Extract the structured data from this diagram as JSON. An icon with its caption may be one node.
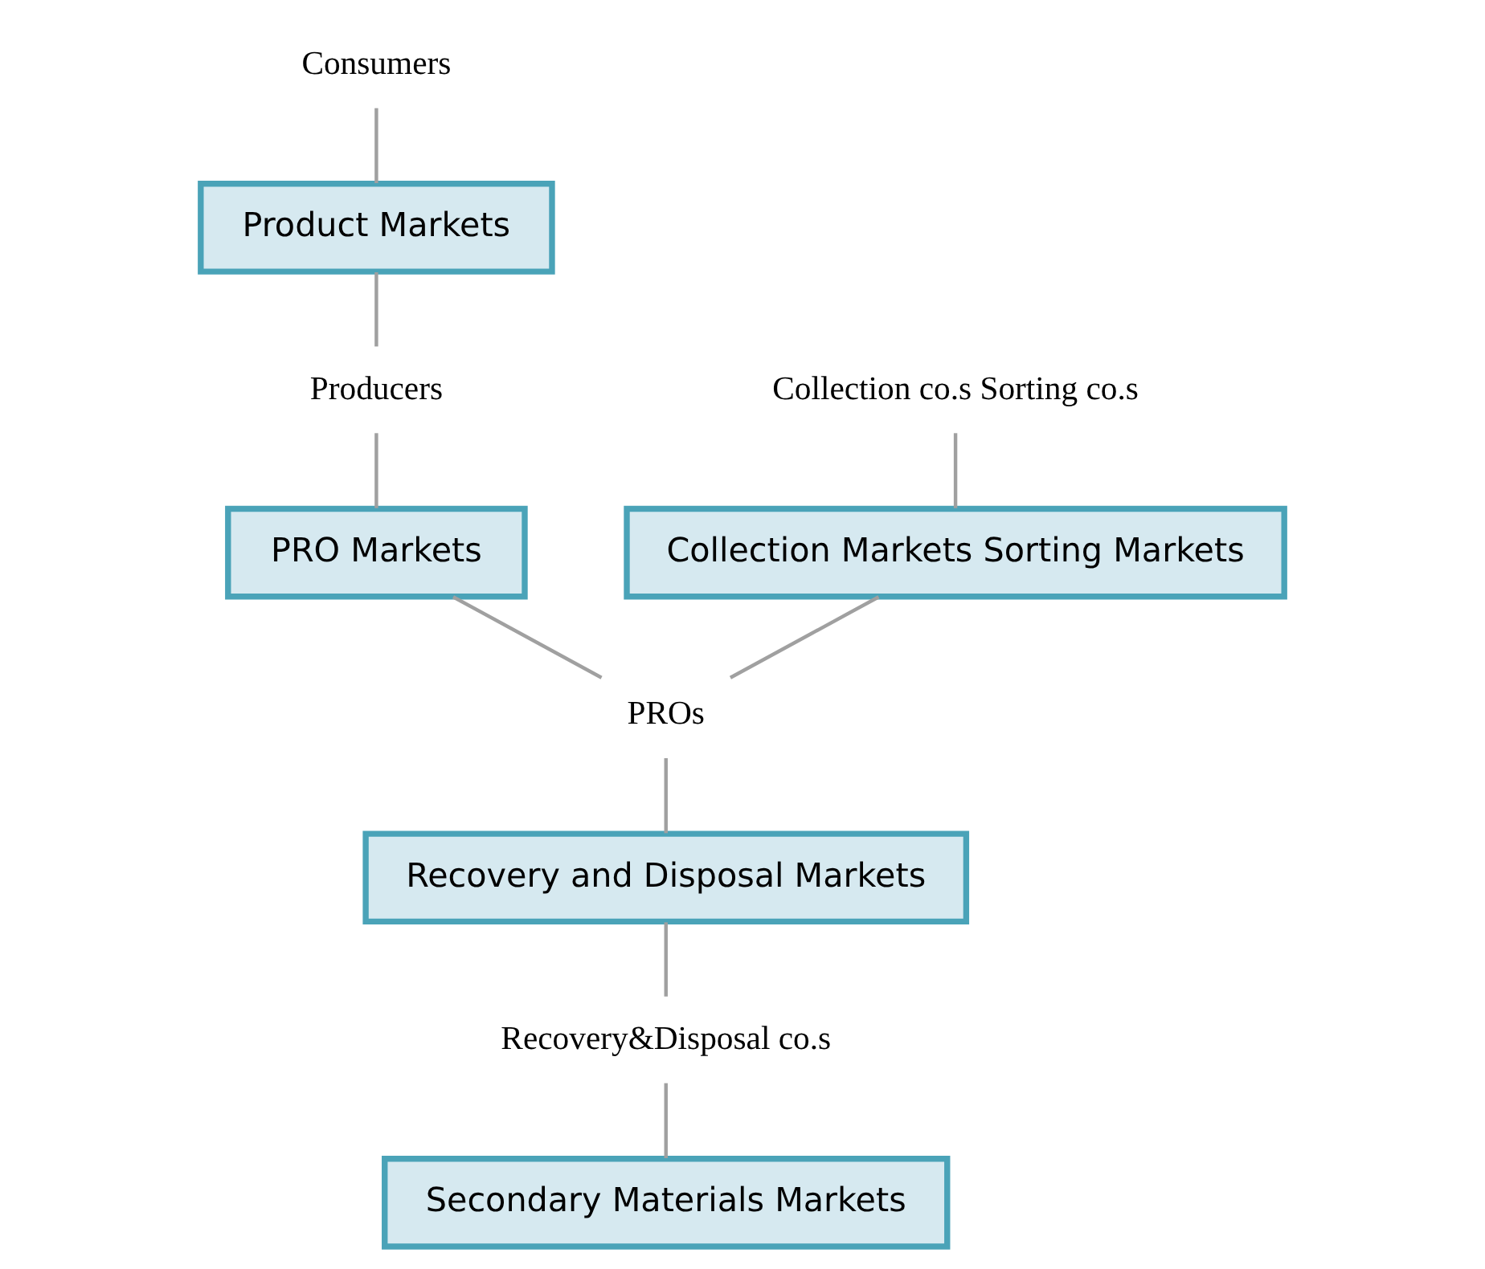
{
  "diagram": {
    "nodes": [
      {
        "text": [
          "Consumers"
        ]
      },
      {
        "text": [
          "Collection co.s Sorting co.s"
        ]
      },
      {
        "text": [
          "Product Markets"
        ]
      },
      {
        "text": [
          "Collection Markets Sorting Markets"
        ]
      },
      {
        "text": [
          "Producers"
        ]
      },
      {
        "text": [
          "PRO Markets"
        ]
      },
      {
        "text": [
          "PROs"
        ]
      },
      {
        "text": [
          "Recovery and Disposal Markets"
        ]
      },
      {
        "text": [
          "Recovery&Disposal co.s"
        ]
      },
      {
        "text": [
          "Secondary Materials Markets"
        ]
      }
    ],
    "edges": [
      {
        "from": 0,
        "to": 2,
        "arrow": "none"
      },
      {
        "from": 2,
        "to": 4,
        "arrow": "none"
      },
      {
        "from": 4,
        "to": 5,
        "arrow": "none"
      },
      {
        "from": 1,
        "to": 3,
        "arrow": "none"
      },
      {
        "from": 3,
        "to": 6,
        "arrow": "none"
      },
      {
        "from": 5,
        "to": 6,
        "arrow": "none"
      },
      {
        "from": 6,
        "to": 7,
        "arrow": "none"
      },
      {
        "from": 7,
        "to": 8,
        "arrow": "none"
      },
      {
        "from": 8,
        "to": 9,
        "arrow": "none"
      }
    ]
  }
}
